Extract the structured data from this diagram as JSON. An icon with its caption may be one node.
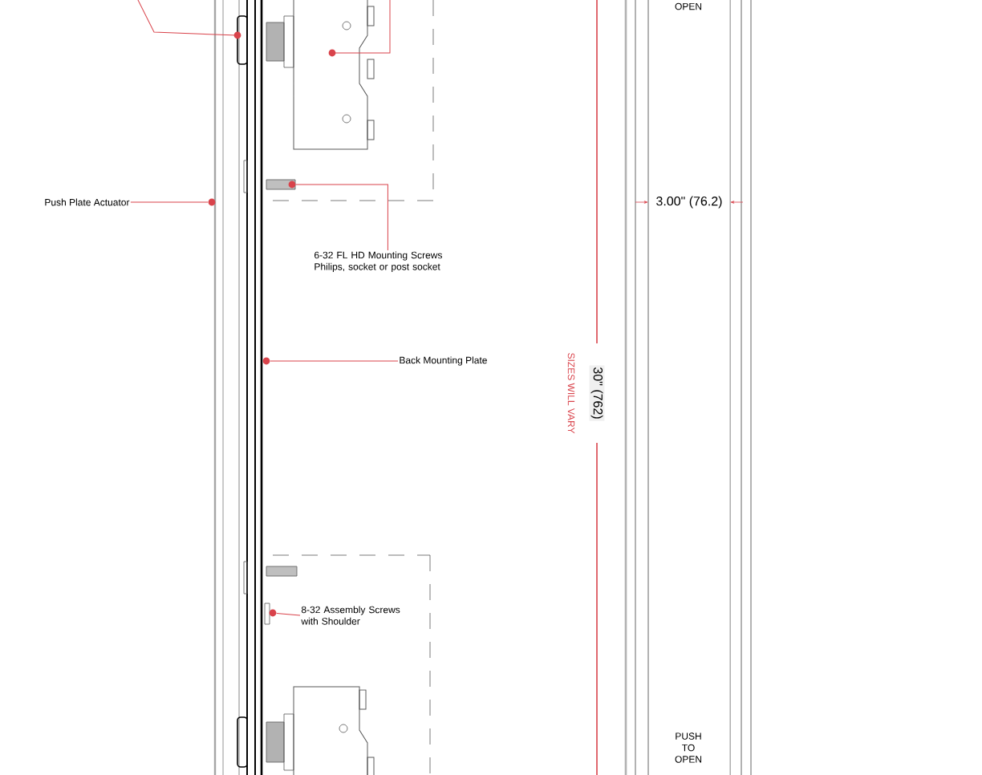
{
  "diagram": {
    "nodes": [
      {
        "text": [
          "Push Plate Actuator"
        ]
      },
      {
        "text": [
          "6-32 FL HD Mounting Screws Philips, socket or post socket"
        ]
      },
      {
        "text": [
          "Back Mounting Plate"
        ]
      },
      {
        "text": [
          "8-32 Assembly Screws with Shoulder"
        ]
      },
      {
        "text": [],
        "shape": "circle"
      },
      {
        "text": [],
        "shape": "circle"
      },
      {
        "text": [],
        "shape": "circle"
      },
      {
        "text": [],
        "shape": "circle"
      }
    ],
    "edges": [
      {
        "from": 0,
        "to": 4,
        "arrow": "none"
      },
      {
        "from": 1,
        "to": 5,
        "arrow": "none"
      },
      {
        "from": 2,
        "to": 6,
        "arrow": "none"
      },
      {
        "from": 3,
        "to": 7,
        "arrow": "none"
      }
    ],
    "labels": [
      "OPEN",
      "3.00\" (76.2)",
      "30\" (762)",
      "SIZES WILL VARY",
      "PUSH TO OPEN"
    ]
  }
}
